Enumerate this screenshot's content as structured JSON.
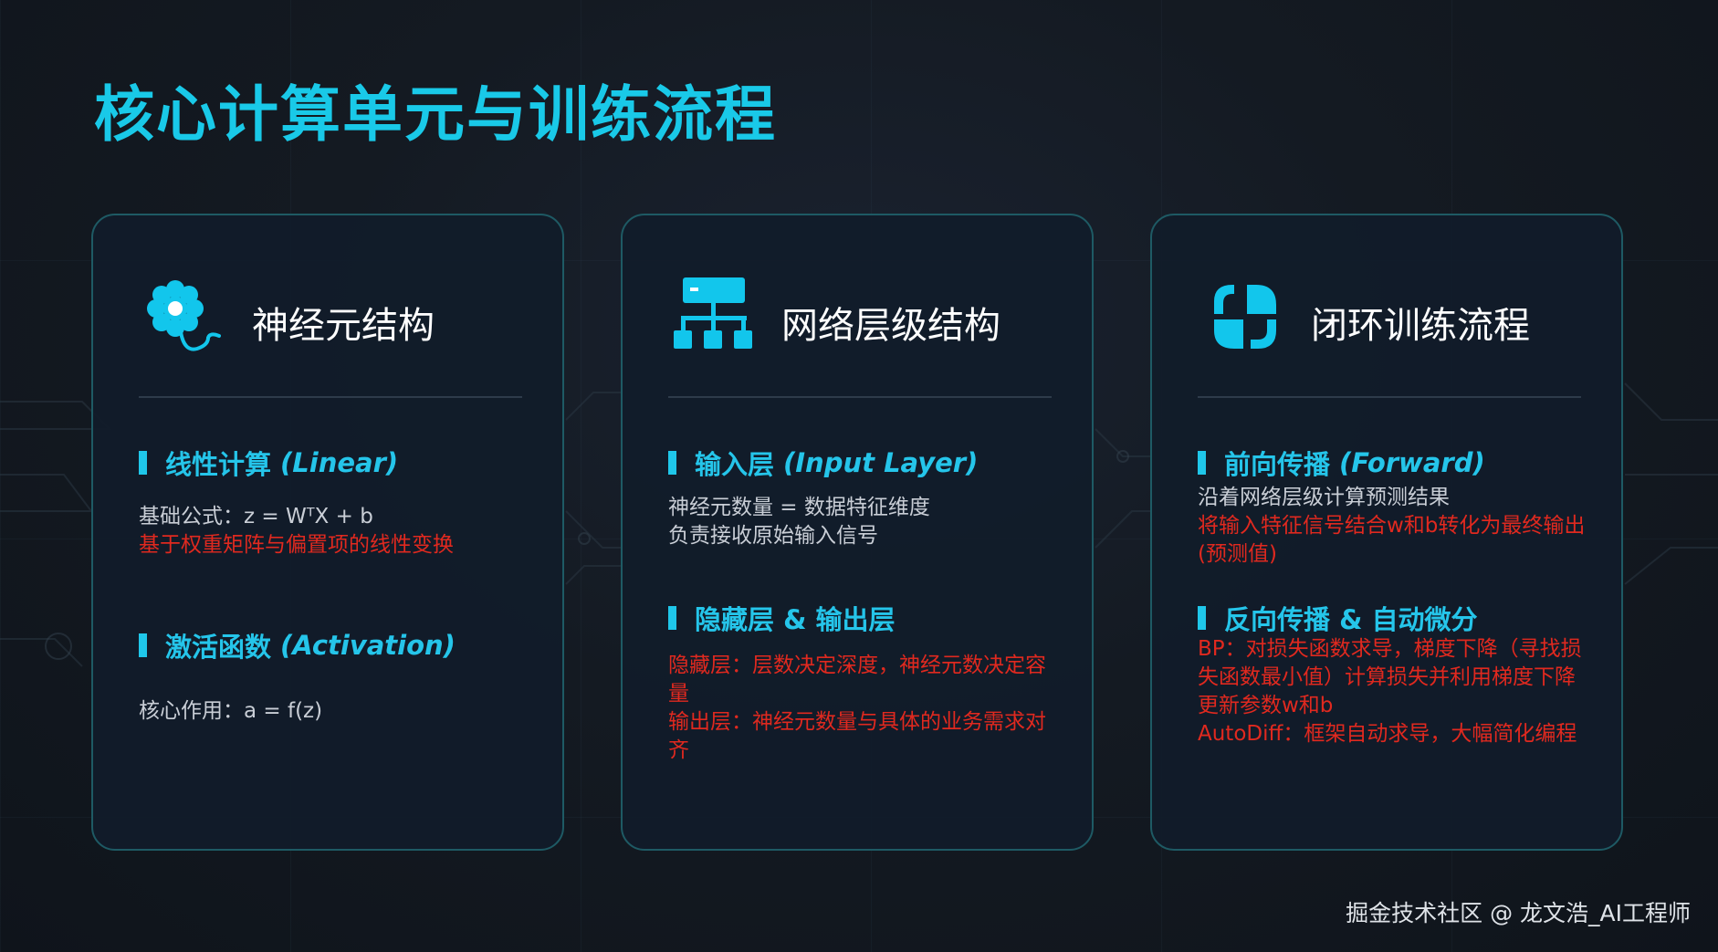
{
  "page": {
    "title": "核心计算单元与训练流程",
    "watermark": "掘金技术社区 @ 龙文浩_AI工程师"
  },
  "colors": {
    "accent": "#19c9e8",
    "highlight": "#e0291f",
    "text": "#c9ced6",
    "card_border": "#1e5a64"
  },
  "cards": [
    {
      "title": "神经元结构",
      "icon": "neuron-icon",
      "sections": [
        {
          "title": "线性计算",
          "title_en": "(Linear)",
          "lines": [
            {
              "text": "基础公式：z = WᵀX + b",
              "style": "gray"
            },
            {
              "text": "基于权重矩阵与偏置项的线性变换",
              "style": "red"
            }
          ]
        },
        {
          "title": "激活函数",
          "title_en": "(Activation)",
          "lines": [
            {
              "text": "核心作用：a = f(z)",
              "style": "gray"
            }
          ]
        }
      ]
    },
    {
      "title": "网络层级结构",
      "icon": "hierarchy-icon",
      "sections": [
        {
          "title": "输入层",
          "title_en": "(Input Layer)",
          "lines": [
            {
              "text": "神经元数量 = 数据特征维度",
              "style": "gray"
            },
            {
              "text": "负责接收原始输入信号",
              "style": "gray"
            }
          ]
        },
        {
          "title": "隐藏层 & 输出层",
          "title_en": "",
          "lines": [
            {
              "text": "隐藏层：层数决定深度，神经元数决定容量",
              "style": "red"
            },
            {
              "text": "输出层：神经元数量与具体的业务需求对齐",
              "style": "red"
            }
          ]
        }
      ]
    },
    {
      "title": "闭环训练流程",
      "icon": "loop-icon",
      "sections": [
        {
          "title": "前向传播",
          "title_en": "(Forward)",
          "lines": [
            {
              "text": "沿着网络层级计算预测结果",
              "style": "gray"
            },
            {
              "text": "将输入特征信号结合w和b转化为最终输出(预测值)",
              "style": "red"
            }
          ]
        },
        {
          "title": "反向传播 & 自动微分",
          "title_en": "",
          "lines": [
            {
              "text": "BP：对损失函数求导，梯度下降（寻找损失函数最小值）计算损失并利用梯度下降更新参数w和b",
              "style": "red"
            },
            {
              "text": "AutoDiff：框架自动求导，大幅简化编程",
              "style": "red"
            }
          ]
        }
      ]
    }
  ]
}
